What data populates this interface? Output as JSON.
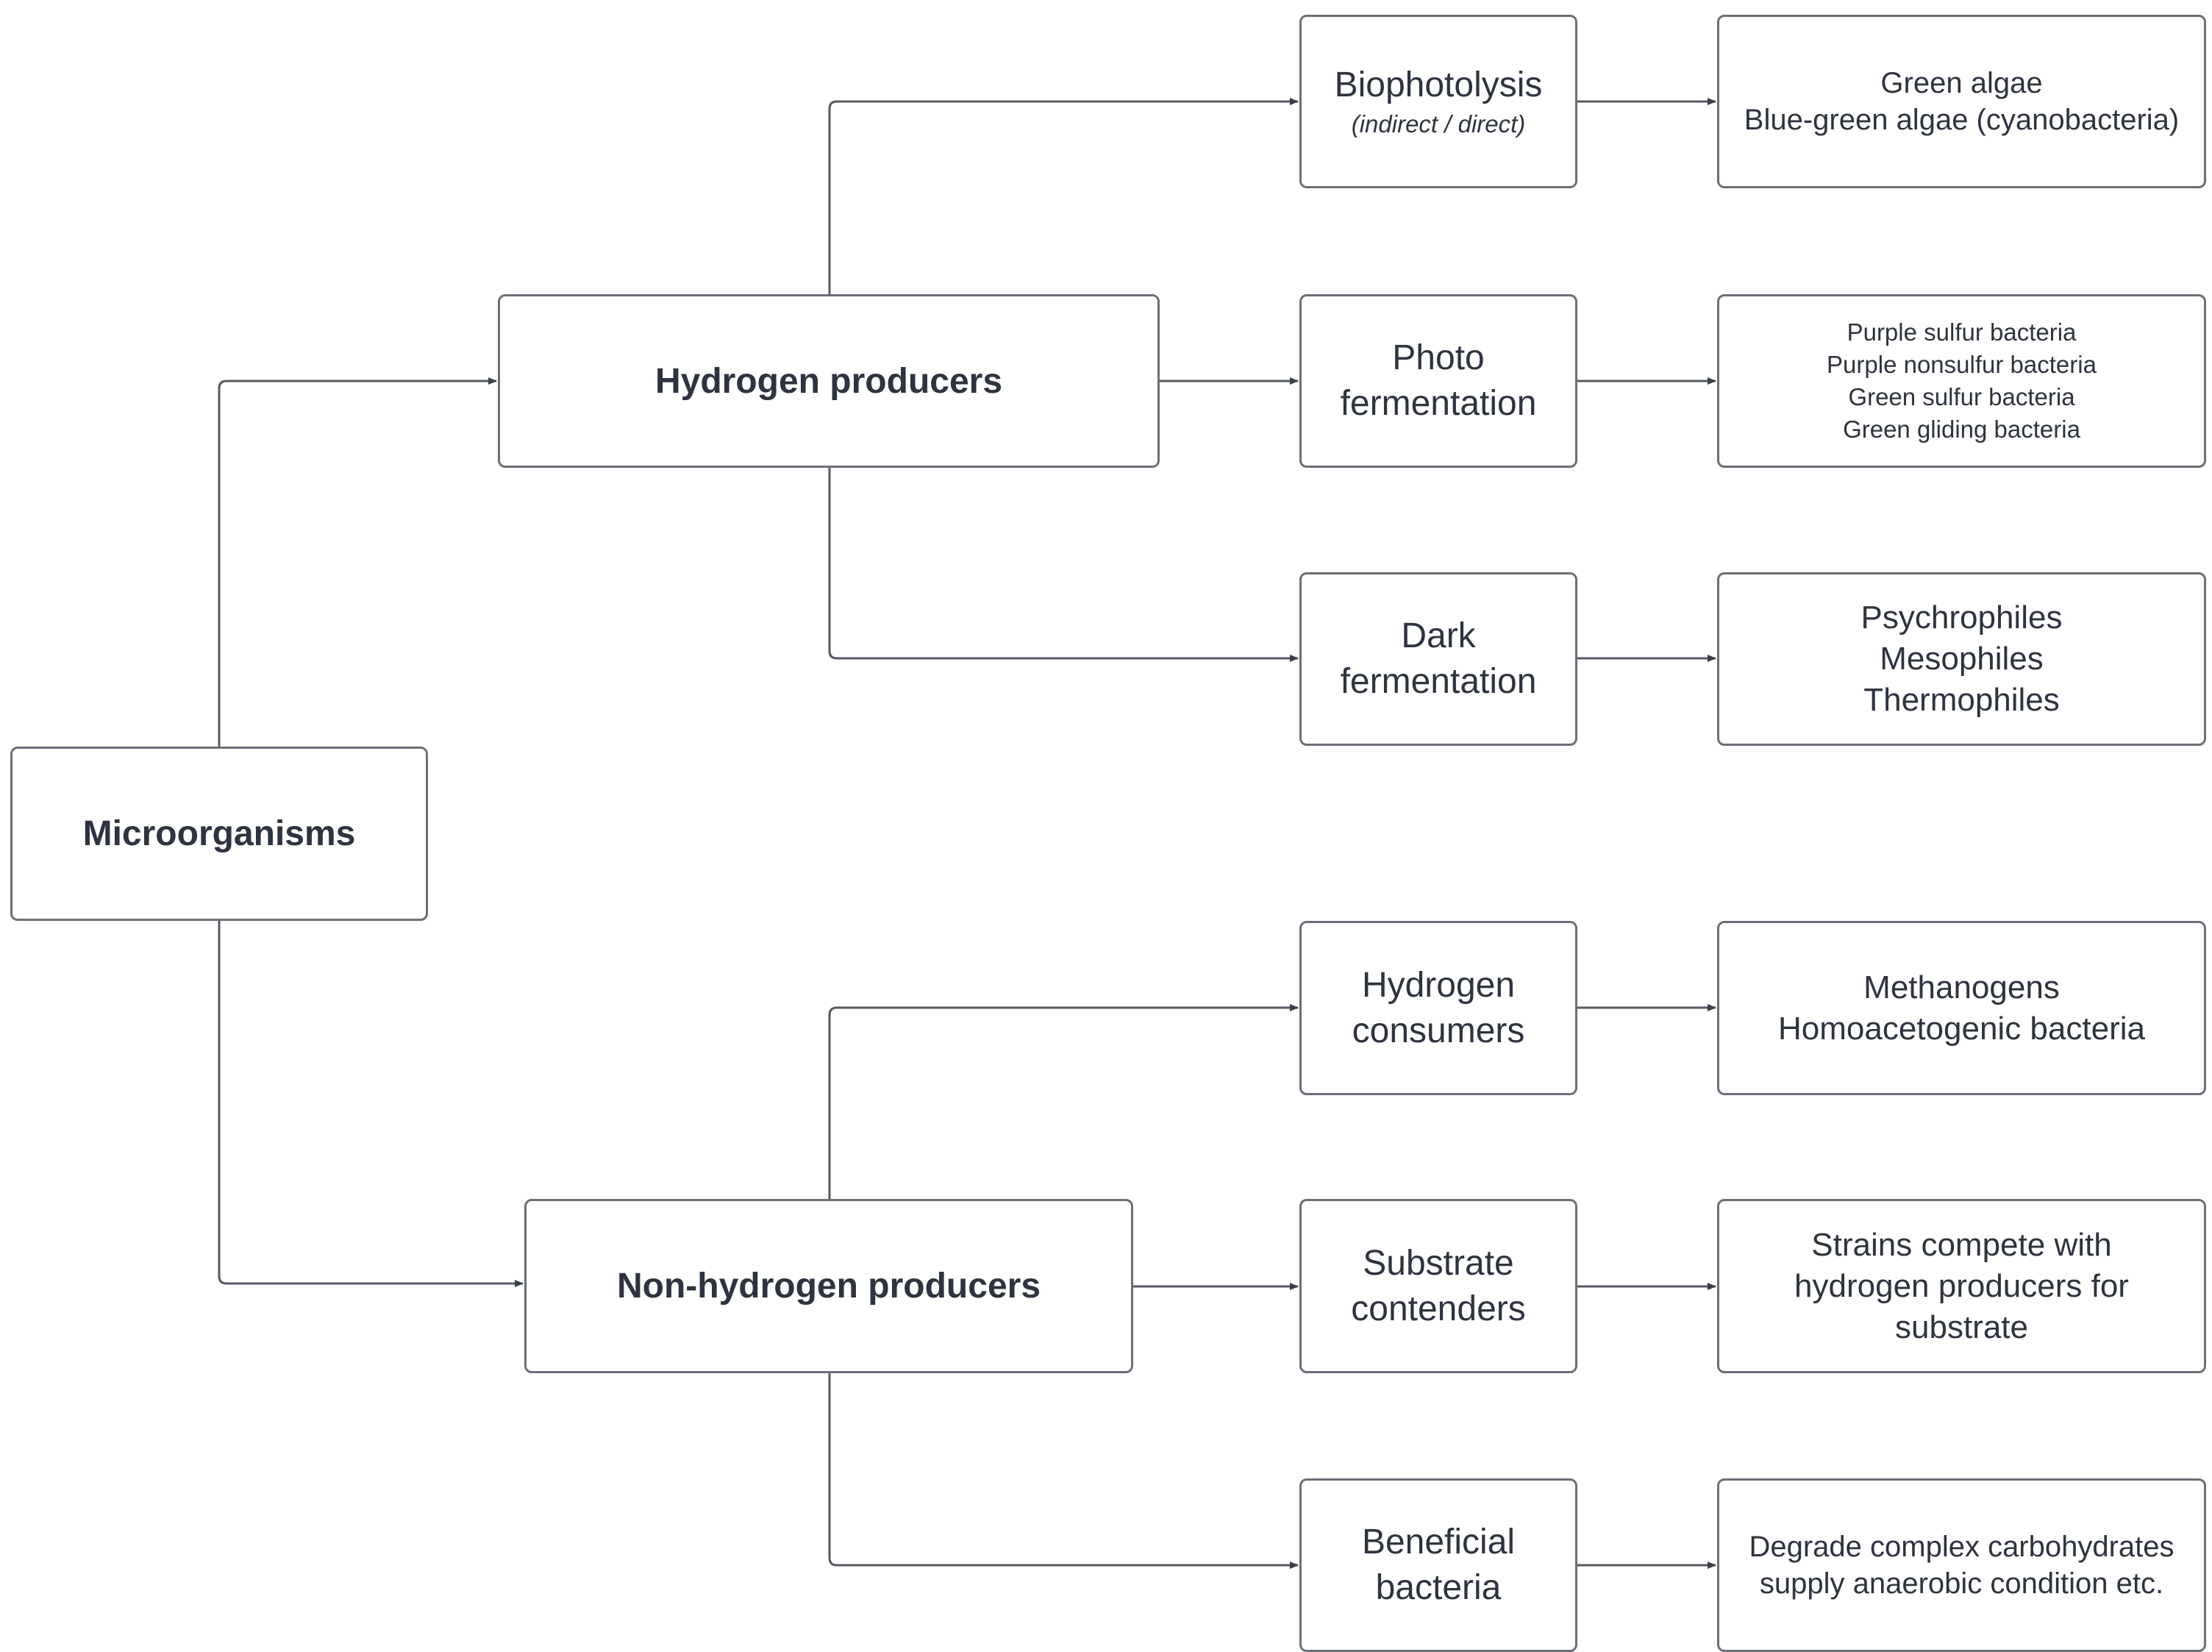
{
  "root": {
    "label": "Microorganisms"
  },
  "groups": {
    "hydrogen": {
      "label": "Hydrogen producers"
    },
    "non_hydrogen": {
      "label": "Non-hydrogen producers"
    }
  },
  "processes": {
    "biophotolysis": {
      "title": "Biophotolysis",
      "subtitle": "(indirect / direct)"
    },
    "photo": {
      "line1": "Photo",
      "line2": "fermentation"
    },
    "dark": {
      "line1": "Dark",
      "line2": "fermentation"
    },
    "consumers": {
      "line1": "Hydrogen",
      "line2": "consumers"
    },
    "contenders": {
      "line1": "Substrate",
      "line2": "contenders"
    },
    "beneficial": {
      "line1": "Beneficial",
      "line2": "bacteria"
    }
  },
  "organisms": {
    "algae": [
      "Green algae",
      "Blue-green algae (cyanobacteria)"
    ],
    "photo_bacteria": [
      "Purple sulfur bacteria",
      "Purple nonsulfur bacteria",
      "Green sulfur bacteria",
      "Green gliding bacteria"
    ],
    "temperature": [
      "Psychrophiles",
      "Mesophiles",
      "Thermophiles"
    ],
    "consumer_types": [
      "Methanogens",
      "Homoacetogenic bacteria"
    ],
    "competitors": [
      "Strains compete with",
      "hydrogen producers for",
      "substrate"
    ],
    "beneficial_roles": [
      "Degrade complex carbohydrates",
      "supply anaerobic condition etc."
    ]
  }
}
